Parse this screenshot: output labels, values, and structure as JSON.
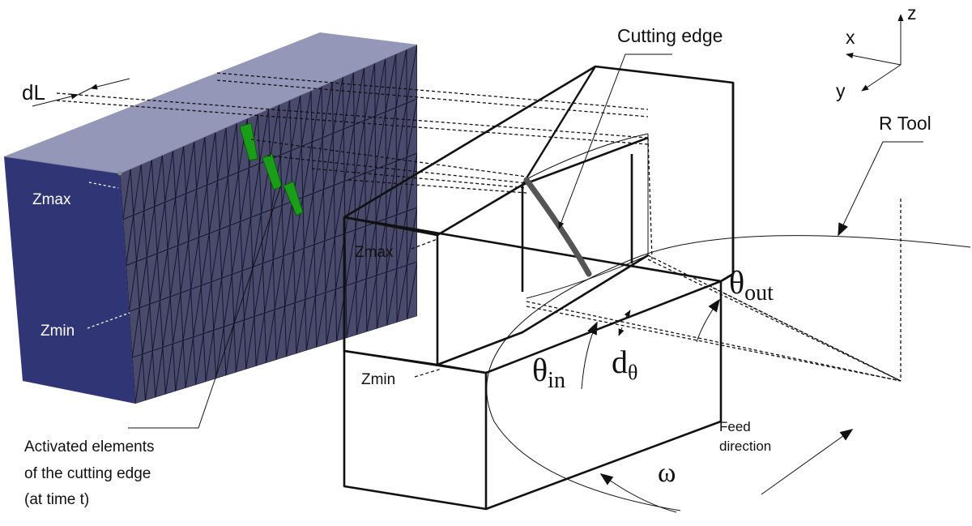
{
  "labels": {
    "dL": "dL",
    "cutting_edge": "Cutting edge",
    "r_tool": "R Tool",
    "zmax_mesh": "Zmax",
    "zmin_mesh": "Zmin",
    "zmax_block": "Zmax",
    "zmin_block": "Zmin",
    "activated_line1": "Activated elements",
    "activated_line2": "of the cutting edge",
    "activated_line3": "(at time t)",
    "theta_out_base": "θ",
    "theta_out_sub": "out",
    "theta_in_base": "θ",
    "theta_in_sub": "in",
    "d_theta_base": "d",
    "d_theta_sub": "θ",
    "feed_line1": "Feed",
    "feed_line2": "direction",
    "omega": "ω",
    "axis_x": "x",
    "axis_y": "y",
    "axis_z": "z"
  },
  "colors": {
    "mesh_front": "#2f3575",
    "mesh_top": "#9497b8",
    "mesh_side": "#4a4a6c",
    "activated": "#1a9e1a",
    "cutting_edge": "#555555"
  }
}
